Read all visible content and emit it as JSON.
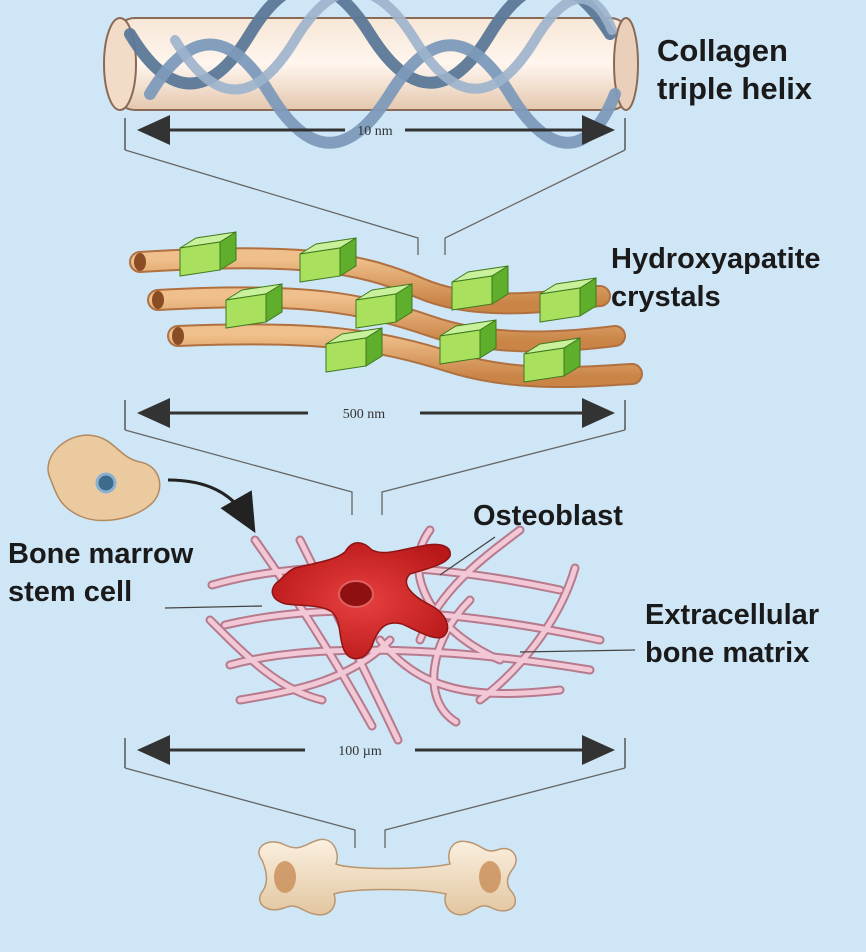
{
  "labels": {
    "collagen_line1": "Collagen",
    "collagen_line2": "triple helix",
    "hydroxy_line1": "Hydroxyapatite",
    "hydroxy_line2": "crystals",
    "osteoblast": "Osteoblast",
    "stem_line1": "Bone marrow",
    "stem_line2": "stem cell",
    "matrix_line1": "Extracellular",
    "matrix_line2": "bone matrix"
  },
  "scales": {
    "helix": "10 nm",
    "fibrils": "500 nm",
    "matrix": "100 µm"
  },
  "colors": {
    "background": "#cfe6f6",
    "helix_strand": "#6d8aa8",
    "fibril": "#d89a63",
    "crystal": "#8fd14f",
    "osteoblast": "#d42a2a",
    "matrix_fiber": "#e9b3c2",
    "stem_cell": "#e8c79c",
    "bone": "#f0dcc0"
  }
}
